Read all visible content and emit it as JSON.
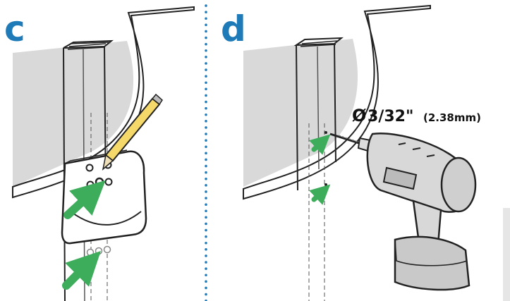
{
  "panels": {
    "left": {
      "step_label": "c"
    },
    "right": {
      "step_label": "d"
    }
  },
  "drill_bit": {
    "diameter_symbol": "Ø",
    "size_imperial": "3/32\"",
    "size_metric": "(2.38mm)"
  },
  "colors": {
    "step_label": "#1f7ab8",
    "divider_dots": "#1f7ab8",
    "arrow": "#3dad5c",
    "wall_shade": "#d9d9d9",
    "outline": "#222222"
  }
}
